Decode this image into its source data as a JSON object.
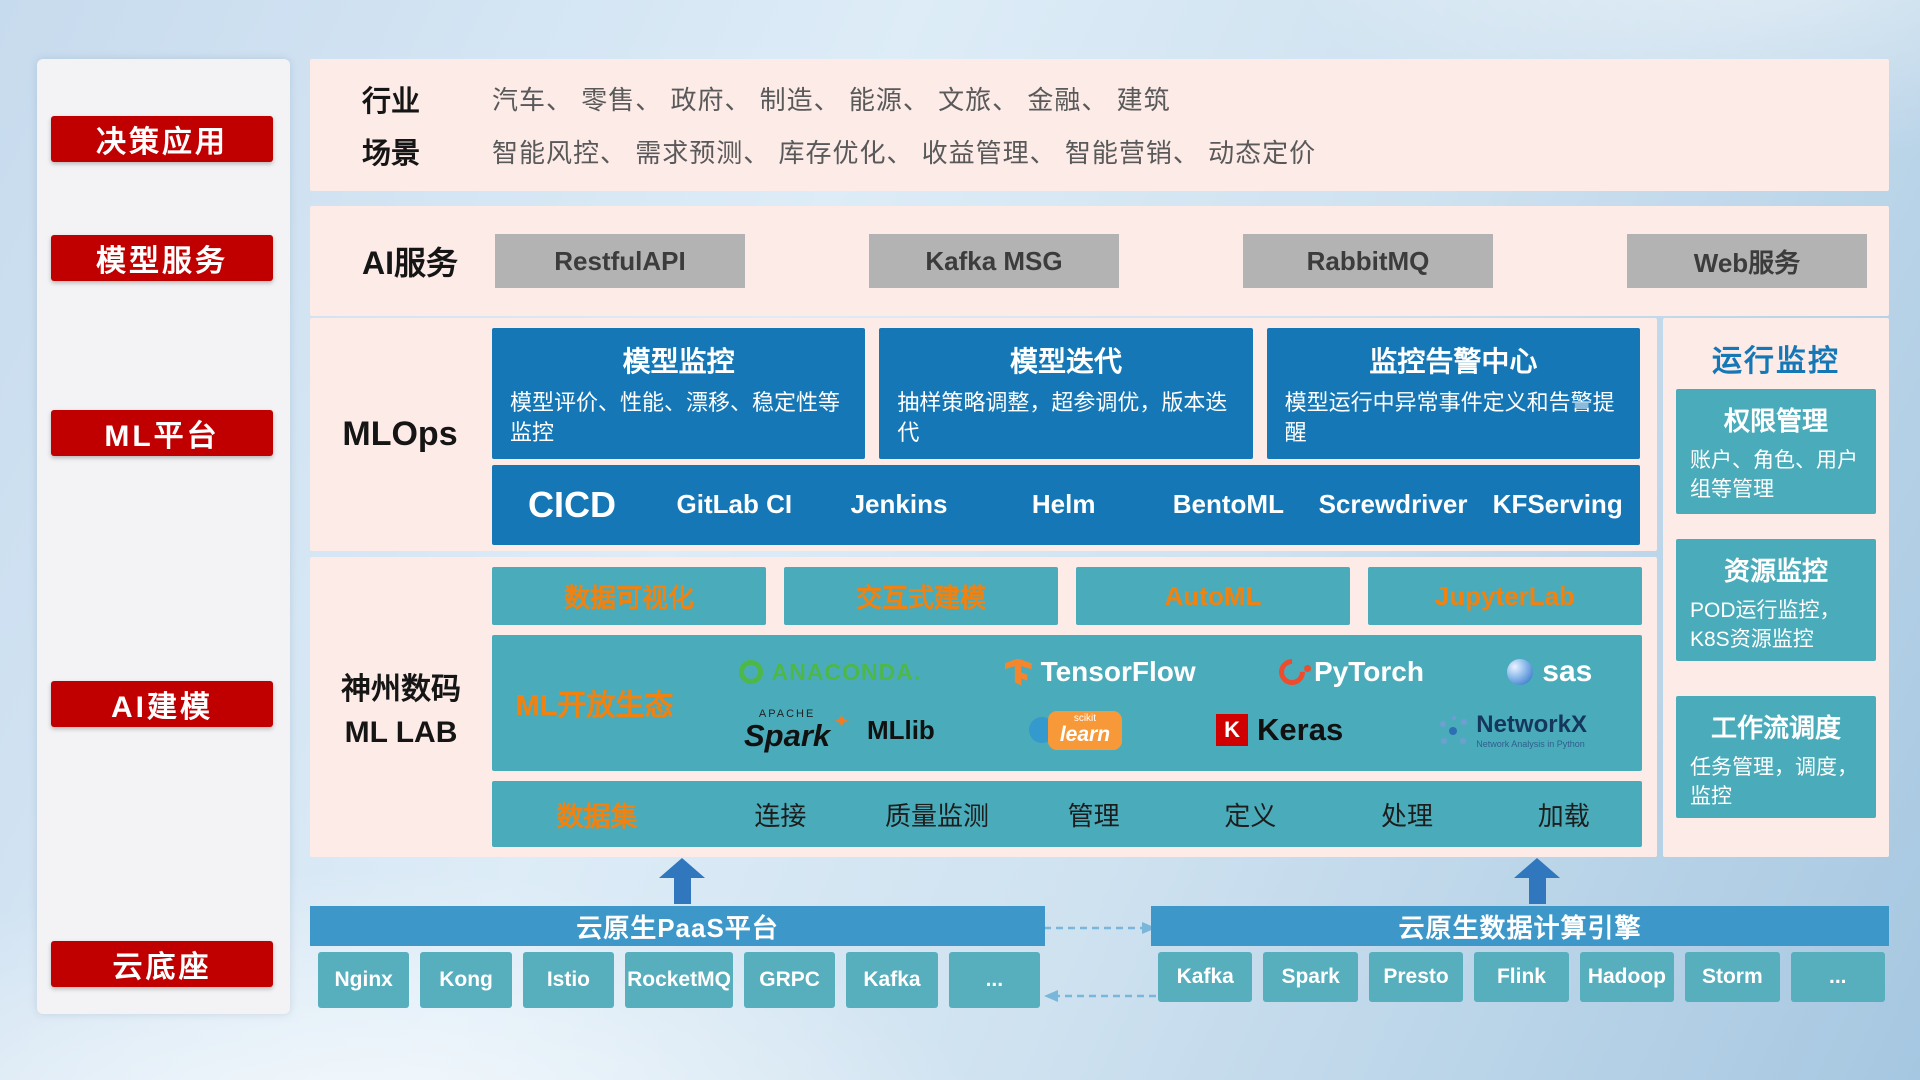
{
  "colors": {
    "accent_red": "#c00000",
    "panel_pink": "#fcebe7",
    "primary_blue": "#1577b5",
    "teal": "#4aacba",
    "orange": "#f2820f",
    "header_blue": "#3d98c9",
    "gray_button": "#b3b3b3"
  },
  "sidebar": {
    "items": [
      {
        "label": "决策应用"
      },
      {
        "label": "模型服务"
      },
      {
        "label": "ML平台"
      },
      {
        "label": "AI建模"
      },
      {
        "label": "云底座"
      }
    ]
  },
  "app_row": {
    "rows": [
      {
        "label": "行业",
        "value": "汽车、 零售、 政府、 制造、 能源、 文旅、 金融、 建筑"
      },
      {
        "label": "场景",
        "value": "智能风控、 需求预测、 库存优化、 收益管理、 智能营销、 动态定价"
      }
    ]
  },
  "ai_service_row": {
    "label": "AI服务",
    "buttons": [
      {
        "label": "RestfulAPI"
      },
      {
        "label": "Kafka MSG"
      },
      {
        "label": "RabbitMQ"
      },
      {
        "label": "Web服务"
      }
    ]
  },
  "mlops_row": {
    "label": "MLOps",
    "cards": [
      {
        "title": "模型监控",
        "desc": "模型评价、性能、漂移、稳定性等监控"
      },
      {
        "title": "模型迭代",
        "desc": "抽样策略调整，超参调优，版本迭代"
      },
      {
        "title": "监控告警中心",
        "desc": "模型运行中异常事件定义和告警提醒"
      }
    ],
    "cicd": {
      "label": "CICD",
      "tools": [
        {
          "label": "GitLab CI"
        },
        {
          "label": "Jenkins"
        },
        {
          "label": "Helm"
        },
        {
          "label": "BentoML"
        },
        {
          "label": "Screwdriver"
        },
        {
          "label": "KFServing"
        }
      ]
    }
  },
  "mllab_row": {
    "label_line1": "神州数码",
    "label_line2": "ML LAB",
    "top_buttons": [
      {
        "label": "数据可视化"
      },
      {
        "label": "交互式建模"
      },
      {
        "label": "AutoML"
      },
      {
        "label": "JupyterLab"
      }
    ],
    "eco": {
      "label": "ML开放生态",
      "logos": {
        "anaconda": "ANACONDA.",
        "tensorflow": "TensorFlow",
        "pytorch": "PyTorch",
        "sas": "sas",
        "spark_small": "APACHE",
        "spark": "Spark",
        "spark_star_icon": "✦",
        "mllib": "MLlib",
        "sklearn_small": "scikit",
        "sklearn": "learn",
        "keras_k": "K",
        "keras": "Keras",
        "networkx": "NetworkX",
        "networkx_sub": "Network Analysis in Python"
      }
    },
    "data_bar": {
      "label": "数据集",
      "items": [
        {
          "label": "连接"
        },
        {
          "label": "质量监测"
        },
        {
          "label": "管理"
        },
        {
          "label": "定义"
        },
        {
          "label": "处理"
        },
        {
          "label": "加载"
        }
      ]
    }
  },
  "monitor_panel": {
    "title": "运行监控",
    "cards": [
      {
        "title": "权限管理",
        "desc": "账户、角色、用户组等管理"
      },
      {
        "title": "资源监控",
        "desc": "POD运行监控，K8S资源监控"
      },
      {
        "title": "工作流调度",
        "desc": "任务管理，调度，监控"
      }
    ]
  },
  "bottom": {
    "paas": {
      "title": "云原生PaaS平台",
      "buttons": [
        {
          "label": "Nginx"
        },
        {
          "label": "Kong"
        },
        {
          "label": "Istio"
        },
        {
          "label": "RocketMQ"
        },
        {
          "label": "GRPC"
        },
        {
          "label": "Kafka"
        },
        {
          "label": "..."
        }
      ]
    },
    "engine": {
      "title": "云原生数据计算引擎",
      "buttons": [
        {
          "label": "Kafka"
        },
        {
          "label": "Spark"
        },
        {
          "label": "Presto"
        },
        {
          "label": "Flink"
        },
        {
          "label": "Hadoop"
        },
        {
          "label": "Storm"
        },
        {
          "label": "..."
        }
      ]
    }
  }
}
